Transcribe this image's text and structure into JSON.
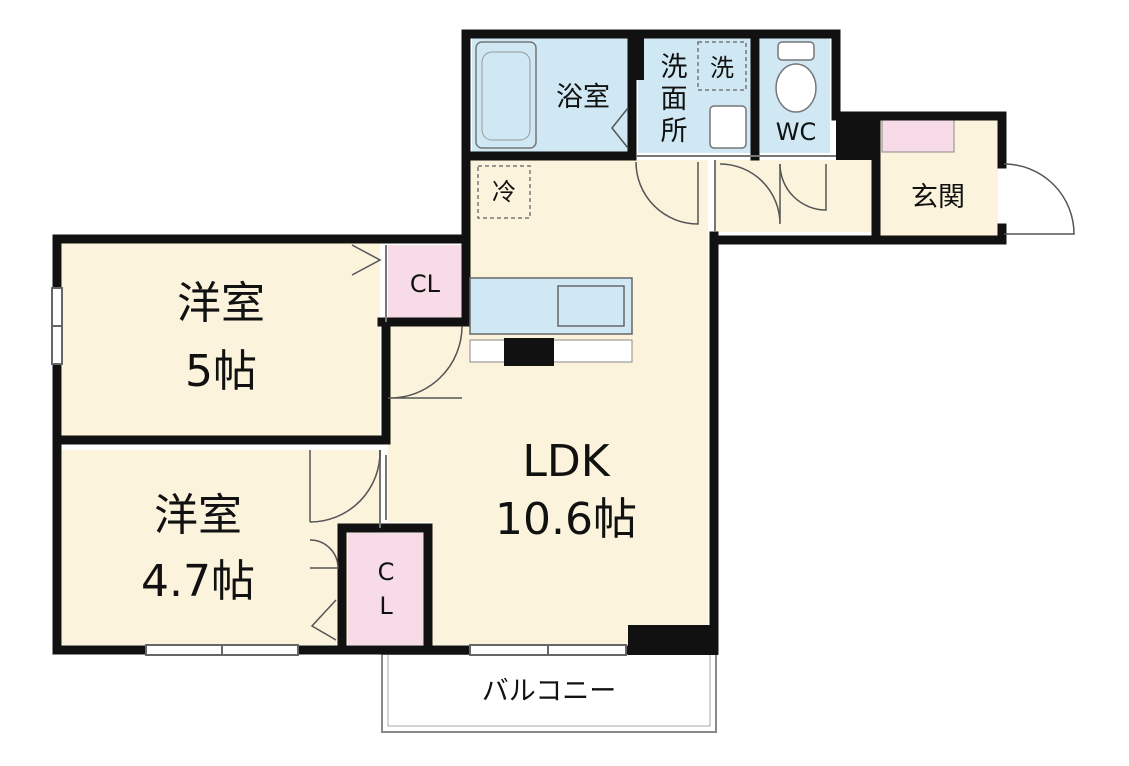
{
  "rooms": {
    "western1": {
      "name": "洋室",
      "size": "5帖"
    },
    "western2": {
      "name": "洋室",
      "size": "4.7帖"
    },
    "ldk": {
      "name": "LDK",
      "size": "10.6帖"
    },
    "bath": {
      "name": "浴室"
    },
    "washroom": {
      "line1": "洗",
      "line2": "面",
      "line3": "所"
    },
    "toilet": {
      "name": "WC"
    },
    "entrance": {
      "name": "玄関"
    },
    "balcony": {
      "name": "バルコニー"
    }
  },
  "symbols": {
    "closet_top": "CL",
    "closet_bottom_1": "C",
    "closet_bottom_2": "L",
    "washer": "洗",
    "fridge": "冷"
  },
  "colors": {
    "room_fill": "#fbf3dc",
    "wet_area_fill": "#cfe8f4",
    "closet_fill": "#f7dbe6",
    "wall": "#111111",
    "thin_line": "#666666"
  }
}
